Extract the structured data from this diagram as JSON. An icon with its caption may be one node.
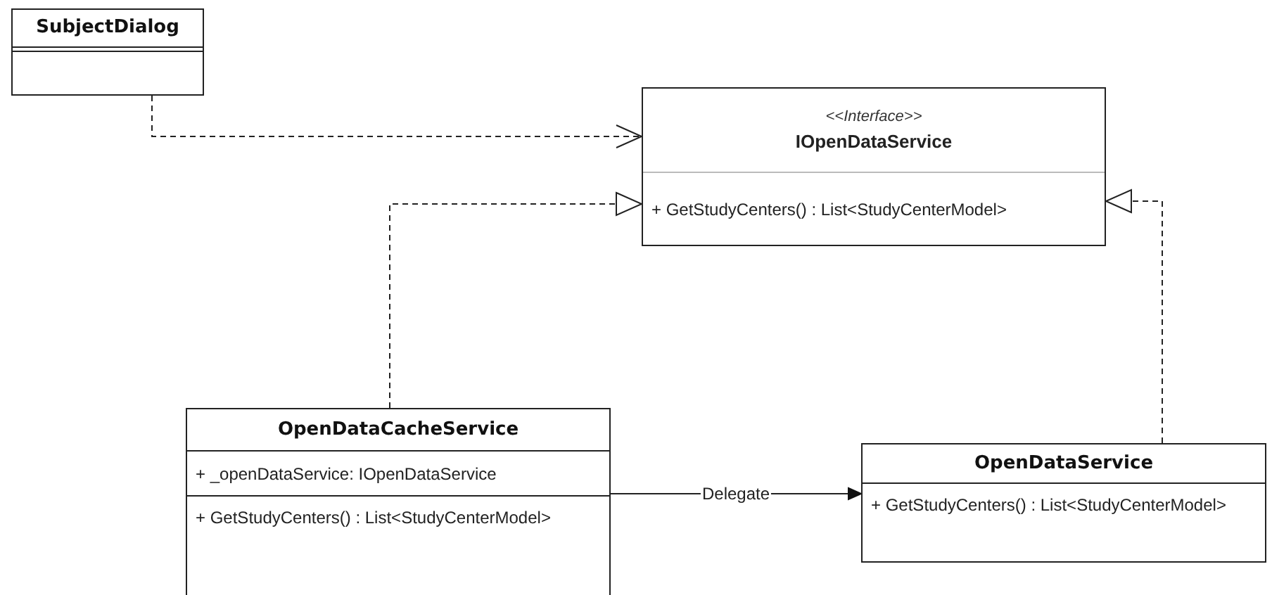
{
  "diagram": {
    "nodes": [
      {
        "text": [
          "SubjectDialog"
        ]
      },
      {
        "text": [
          "<<Interface>>",
          "IOpenDataService",
          "+ GetStudyCenters() : List<StudyCenterModel>"
        ]
      },
      {
        "text": [
          "OpenDataCacheService",
          "+ _openDataService: IOpenDataService",
          "+ GetStudyCenters() : List<StudyCenterModel>"
        ]
      },
      {
        "text": [
          "OpenDataService",
          "+ GetStudyCenters() : List<StudyCenterModel>"
        ]
      }
    ],
    "edges": [
      {
        "from": 0,
        "to": 1,
        "arrow": "to",
        "style": "dashed"
      },
      {
        "from": 2,
        "to": 1,
        "arrow": "to",
        "style": "dashed"
      },
      {
        "from": 3,
        "to": 1,
        "arrow": "to",
        "style": "dashed"
      },
      {
        "from": 2,
        "to": 3,
        "arrow": "to",
        "label": "Delegate"
      }
    ]
  }
}
